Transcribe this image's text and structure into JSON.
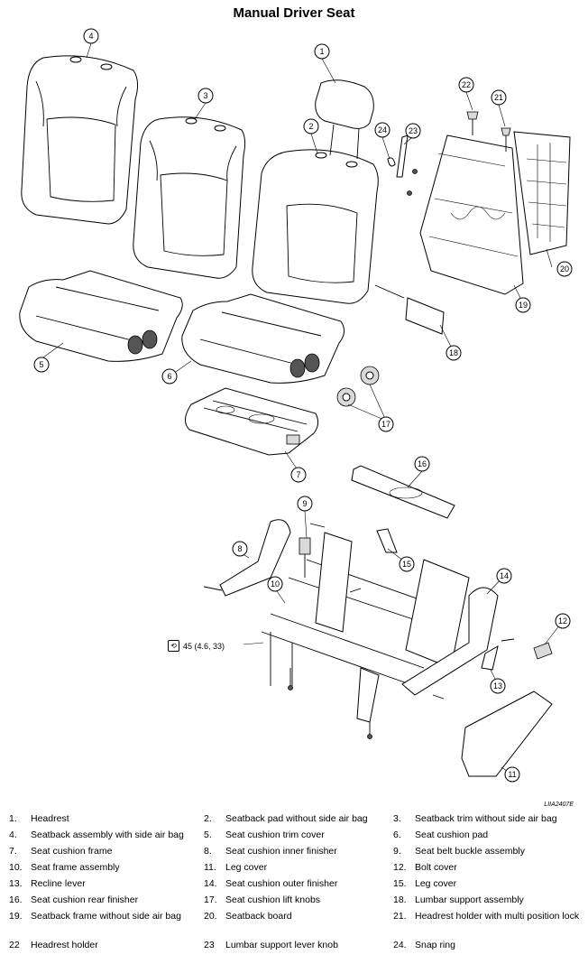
{
  "title": "Manual Driver Seat",
  "ref_code": "LIIA2407E",
  "torque": {
    "icon": "torque-wrench-icon",
    "value": "45 (4.6, 33)"
  },
  "callouts": [
    "1",
    "2",
    "3",
    "4",
    "5",
    "6",
    "7",
    "8",
    "9",
    "10",
    "11",
    "12",
    "13",
    "14",
    "15",
    "16",
    "17",
    "18",
    "19",
    "20",
    "21",
    "22",
    "23",
    "24"
  ],
  "legend": [
    [
      {
        "num": "1.",
        "text": "Headrest"
      },
      {
        "num": "2.",
        "text": "Seatback pad without side air bag"
      },
      {
        "num": "3.",
        "text": "Seatback trim without side air bag"
      }
    ],
    [
      {
        "num": "4.",
        "text": "Seatback assembly with side air bag"
      },
      {
        "num": "5.",
        "text": "Seat cushion trim cover"
      },
      {
        "num": "6.",
        "text": "Seat cushion pad"
      }
    ],
    [
      {
        "num": "7.",
        "text": "Seat cushion frame"
      },
      {
        "num": "8.",
        "text": "Seat cushion inner finisher"
      },
      {
        "num": "9.",
        "text": "Seat belt buckle assembly"
      }
    ],
    [
      {
        "num": "10.",
        "text": "Seat frame assembly"
      },
      {
        "num": "11.",
        "text": "Leg cover"
      },
      {
        "num": "12.",
        "text": "Bolt cover"
      }
    ],
    [
      {
        "num": "13.",
        "text": "Recline lever"
      },
      {
        "num": "14.",
        "text": "Seat cushion outer finisher"
      },
      {
        "num": "15.",
        "text": "Leg cover"
      }
    ],
    [
      {
        "num": "16.",
        "text": "Seat cushion rear finisher"
      },
      {
        "num": "17.",
        "text": "Seat cushion lift knobs"
      },
      {
        "num": "18.",
        "text": "Lumbar support assembly"
      }
    ],
    [
      {
        "num": "19.",
        "text": "Seatback frame without side air bag"
      },
      {
        "num": "20.",
        "text": "Seatback board"
      },
      {
        "num": "21.",
        "text": "Headrest holder with multi position lock"
      }
    ],
    [
      {
        "num": "22",
        "text": "Headrest holder"
      },
      {
        "num": "23",
        "text": "Lumbar support lever knob"
      },
      {
        "num": "24.",
        "text": "Snap ring"
      }
    ]
  ]
}
